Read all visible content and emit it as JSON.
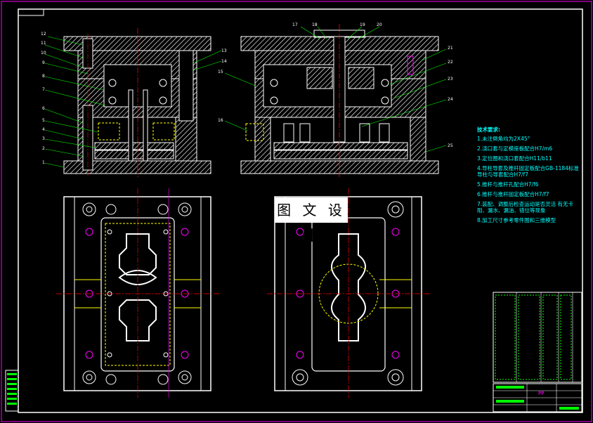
{
  "sheet": {
    "title_block_material": "PP",
    "watermark": "图 文 设 计"
  },
  "colors": {
    "background": "#000000",
    "lines": "#ffffff",
    "hatch": "#ffffff",
    "centerline": "#ff0000",
    "hidden": "#ffff00",
    "dims": "#ff00ff",
    "leaders": "#00ff00",
    "notes": "#00ffff"
  },
  "front_view": {
    "callouts": [
      "12",
      "11",
      "10",
      "9",
      "8",
      "7",
      "6",
      "5",
      "4",
      "3",
      "2",
      "1",
      "13",
      "14"
    ]
  },
  "side_view": {
    "callouts": [
      "17",
      "18",
      "19",
      "20",
      "15",
      "16",
      "21",
      "22",
      "23",
      "24",
      "25"
    ]
  },
  "tech_notes": {
    "title": "技术要求:",
    "items": [
      "1.未注倒角均为2X45°",
      "2.浇口套与定模座板配合H7/m6",
      "3.定位圈和浇口套配合H11/b11",
      "4.导柱导套及推杆固定板配合GB-1184标准 导柱与导套配合H7/f7",
      "5.推杆与推杆孔配合H7/f6",
      "6.推杆与推杆固定板配合H7/f7",
      "7.装配、调整后检查运动是否灵活 有无卡阻、漏水、漏油、错位等现象",
      "8.加工尺寸参考零件图和三维模型"
    ]
  }
}
